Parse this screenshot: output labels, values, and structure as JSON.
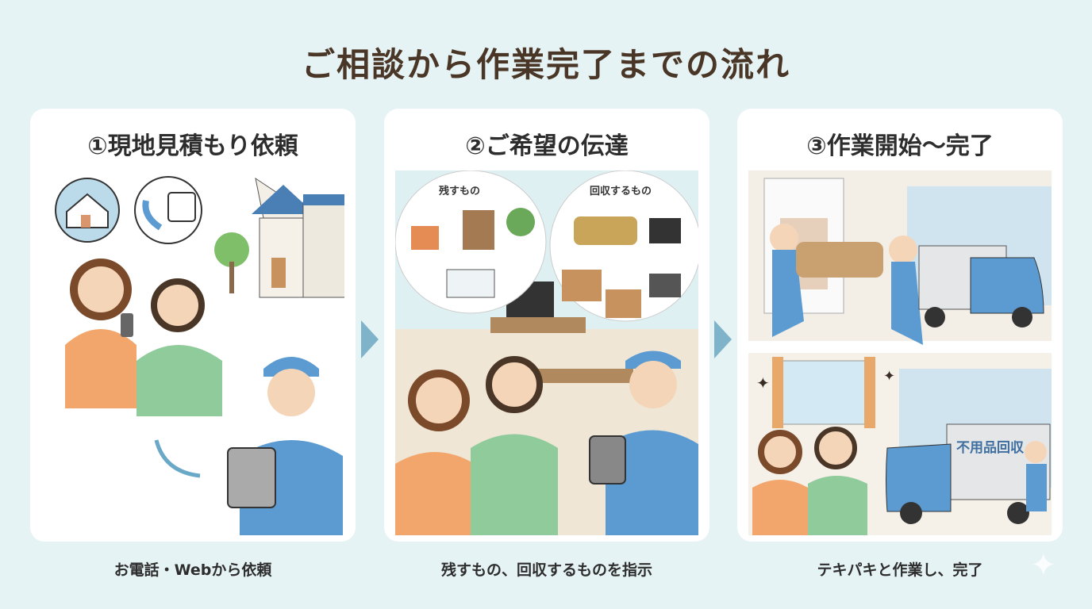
{
  "title": "ご相談から作業完了までの流れ",
  "steps": [
    {
      "heading": "①現地見積もり依頼",
      "caption": "お電話・Webから依頼",
      "icons": [
        "house-icon",
        "phone-calendar-icon"
      ]
    },
    {
      "heading": "②ご希望の伝達",
      "caption": "残すもの、回収するものを指示",
      "bubble_keep": "残すもの",
      "bubble_collect": "回収するもの"
    },
    {
      "heading": "③作業開始～完了",
      "caption": "テキパキと作業し、完了",
      "truck_text": "不用品回収"
    }
  ],
  "colors": {
    "background": "#e6f3f5",
    "title": "#4a3626",
    "uniform": "#5b9bd1",
    "arrow": "#7fb3c9",
    "card": "#ffffff"
  }
}
